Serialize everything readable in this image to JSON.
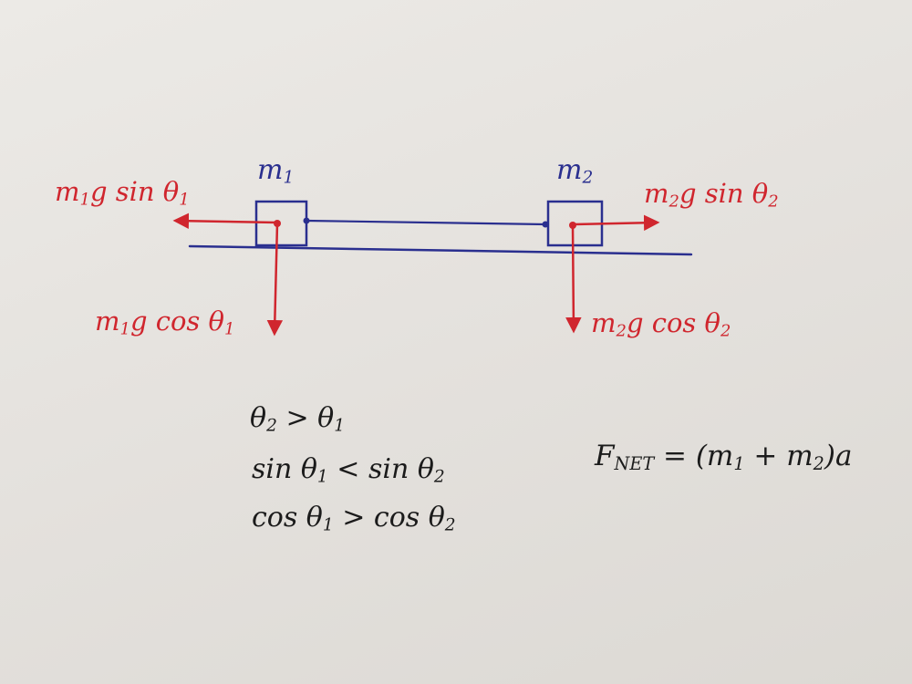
{
  "labels": {
    "mass1": "m",
    "mass1_sub": "1",
    "mass2": "m",
    "mass2_sub": "2",
    "force_m1_sin": {
      "pre": "m",
      "sub1": "1",
      "mid": "g sin θ",
      "sub2": "1"
    },
    "force_m1_cos": {
      "pre": "m",
      "sub1": "1",
      "mid": "g cos θ",
      "sub2": "1"
    },
    "force_m2_sin": {
      "pre": "m",
      "sub1": "2",
      "mid": "g sin θ",
      "sub2": "2"
    },
    "force_m2_cos": {
      "pre": "m",
      "sub1": "2",
      "mid": "g cos θ",
      "sub2": "2"
    }
  },
  "relations": {
    "line1": {
      "a": "θ",
      "a_sub": "2",
      "op": " > ",
      "b": "θ",
      "b_sub": "1"
    },
    "line2": {
      "a": "sin θ",
      "a_sub": "1",
      "op": " < ",
      "b": "sin θ",
      "b_sub": "2"
    },
    "line3": {
      "a": "cos θ",
      "a_sub": "1",
      "op": " > ",
      "b": "cos θ",
      "b_sub": "2"
    }
  },
  "equation": {
    "f": "F",
    "f_sub": "NET",
    "rest1": " = (m",
    "s1": "1",
    "rest2": " + m",
    "s2": "2",
    "rest3": ")a"
  },
  "colors": {
    "force": "#d0262e",
    "structure": "#2a2f8f",
    "text": "#1b1b1b"
  }
}
